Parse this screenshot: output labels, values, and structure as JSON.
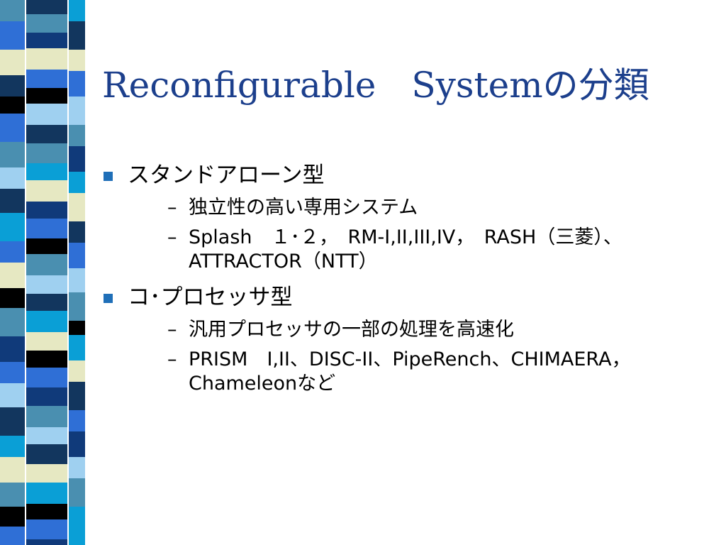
{
  "slide": {
    "title": "Reconfigurable　Systemの分類",
    "bullets": [
      {
        "text": "スタンドアローン型",
        "subs": [
          "独立性の高い専用システム",
          "Splash　１･２，　RM-I,II,III,IV，　RASH（三菱）、ATTRACTOR（NTT）"
        ]
      },
      {
        "text": "コ･プロセッサ型",
        "subs": [
          "汎用プロセッサの一部の処理を高速化",
          "PRISM　I,II、DISC-II、PipeRench、CHIMAERA，Chameleonなど"
        ]
      }
    ],
    "dash_glyph": "–"
  },
  "colors": {
    "title": "#1c3f8c",
    "bullet": "#1f6fb8",
    "stripe_palette": [
      "#12365e",
      "#4a8fb0",
      "#2f6fd6",
      "#e6e8c2",
      "#000000",
      "#9fd0f0",
      "#0a9fd6",
      "#103a7a"
    ]
  }
}
